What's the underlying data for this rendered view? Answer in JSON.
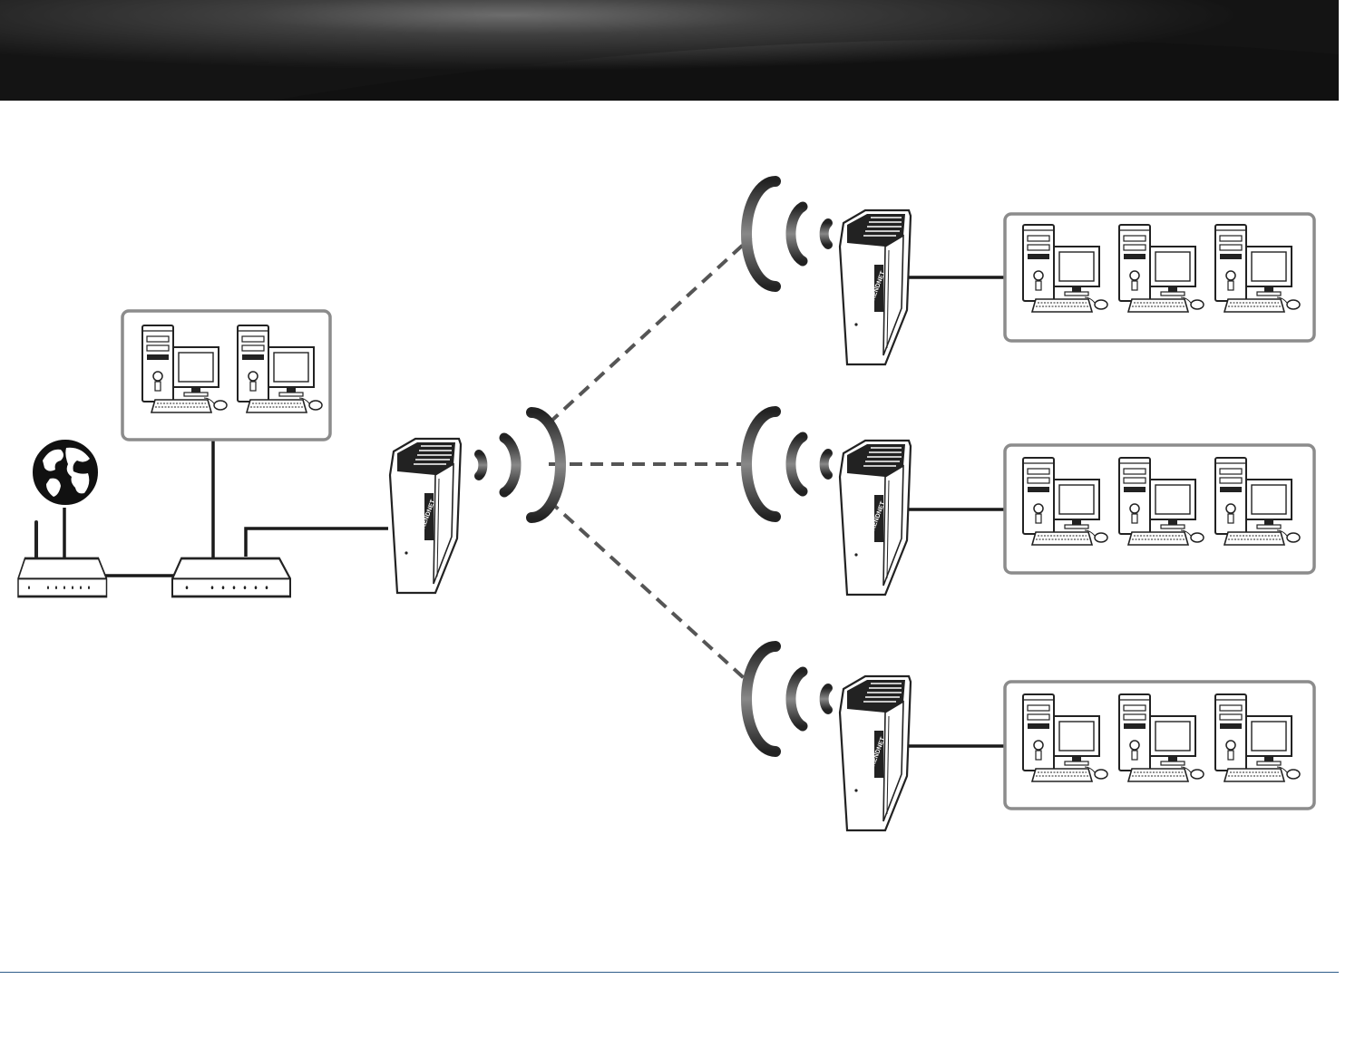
{
  "colors": {
    "banner_dark": "#111111",
    "banner_light": "#9a9a9a",
    "line": "#1a1a1a",
    "wireless_link": "#555555",
    "group_border": "#8c8c8c",
    "footer_rule": "#2f5d8a",
    "device_fill": "#ffffff",
    "device_stroke": "#222222"
  },
  "icons": {
    "internet": "globe-icon",
    "modem": "modem-icon",
    "router": "router-icon",
    "access_point": "access-point-icon",
    "client_bridge": "access-point-icon",
    "signal": "wifi-signal-icon",
    "computer": "desktop-computer-icon"
  },
  "brand": {
    "device_logo": "TRENDNET"
  },
  "topology": {
    "lan_group": {
      "computers": 2
    },
    "remote_groups": [
      {
        "computers": 3,
        "link": "wireless"
      },
      {
        "computers": 3,
        "link": "wireless"
      },
      {
        "computers": 3,
        "link": "wireless"
      }
    ]
  }
}
